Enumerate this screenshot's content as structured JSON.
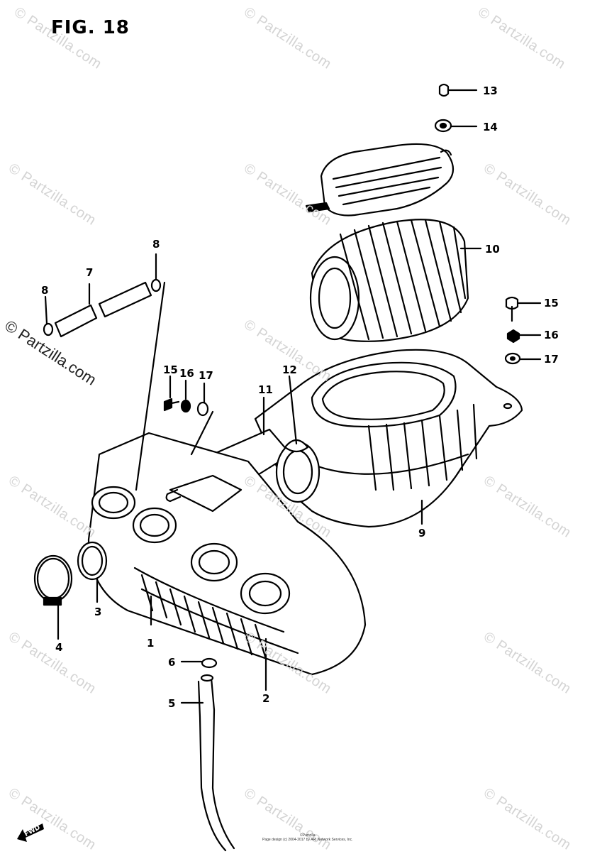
{
  "figure": {
    "title": "FIG. 18"
  },
  "watermark": {
    "text": "© Partzilla.com"
  },
  "callouts": [
    {
      "id": "c1",
      "label": "1"
    },
    {
      "id": "c2",
      "label": "2"
    },
    {
      "id": "c3",
      "label": "3"
    },
    {
      "id": "c4",
      "label": "4"
    },
    {
      "id": "c5",
      "label": "5"
    },
    {
      "id": "c6",
      "label": "6"
    },
    {
      "id": "c7",
      "label": "7"
    },
    {
      "id": "c8a",
      "label": "8"
    },
    {
      "id": "c8b",
      "label": "8"
    },
    {
      "id": "c9",
      "label": "9"
    },
    {
      "id": "c10",
      "label": "10"
    },
    {
      "id": "c11",
      "label": "11"
    },
    {
      "id": "c12",
      "label": "12"
    },
    {
      "id": "c13",
      "label": "13"
    },
    {
      "id": "c14",
      "label": "14"
    },
    {
      "id": "c15a",
      "label": "15"
    },
    {
      "id": "c15b",
      "label": "15"
    },
    {
      "id": "c16a",
      "label": "16"
    },
    {
      "id": "c16b",
      "label": "16"
    },
    {
      "id": "c17a",
      "label": "17"
    },
    {
      "id": "c17b",
      "label": "17"
    }
  ],
  "forward_label": "FWD",
  "footer": {
    "line1": "©Partzilla",
    "line2": "Page design (c) 2004-2017 by ARI Network Services, Inc."
  },
  "colors": {
    "ink": "#000000",
    "watermark": "#d4d4d4"
  }
}
